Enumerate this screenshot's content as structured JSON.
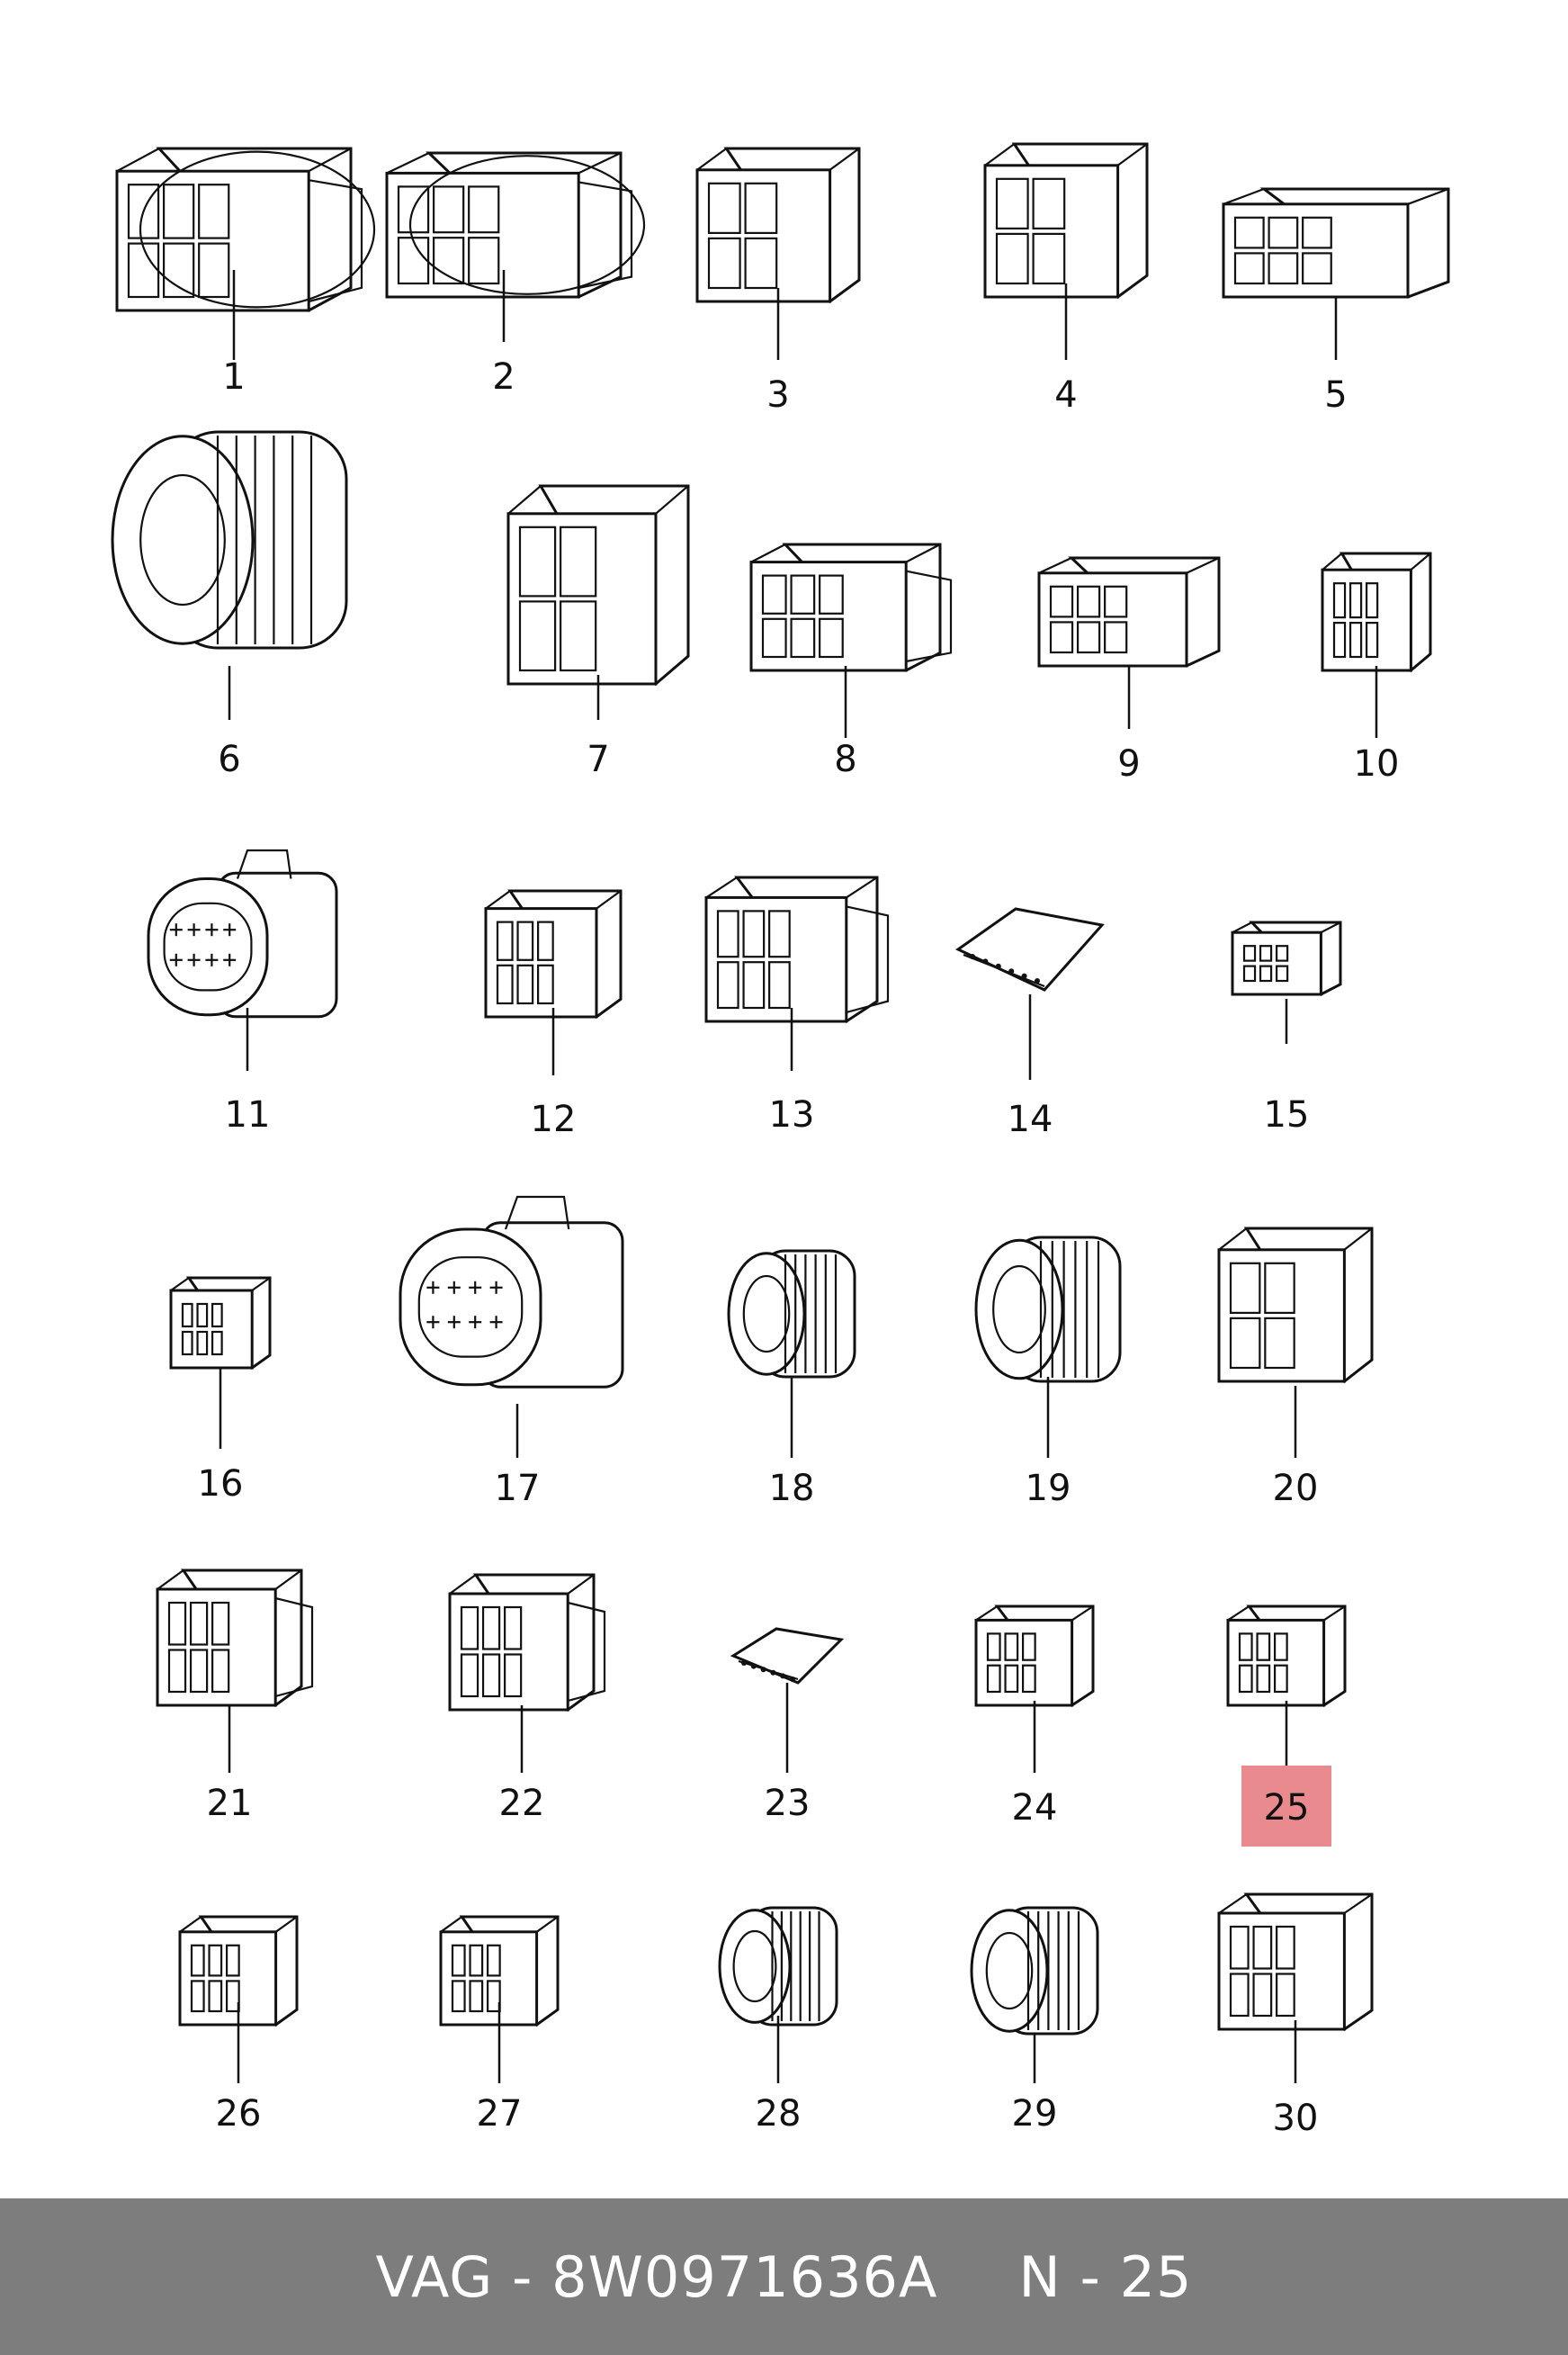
{
  "diagram": {
    "part_labels": [
      "1",
      "2",
      "3",
      "4",
      "5",
      "6",
      "7",
      "8",
      "9",
      "10",
      "11",
      "12",
      "13",
      "14",
      "15",
      "16",
      "17",
      "18",
      "19",
      "20",
      "21",
      "22",
      "23",
      "24",
      "25",
      "26",
      "27",
      "28",
      "29",
      "30"
    ],
    "highlighted_label": "25",
    "highlight_color": "#e98a8e"
  },
  "footer": {
    "part_number_text": "VAG - 8W0971636A",
    "position_text": "N - 25",
    "background_color": "#7d7d7d"
  }
}
